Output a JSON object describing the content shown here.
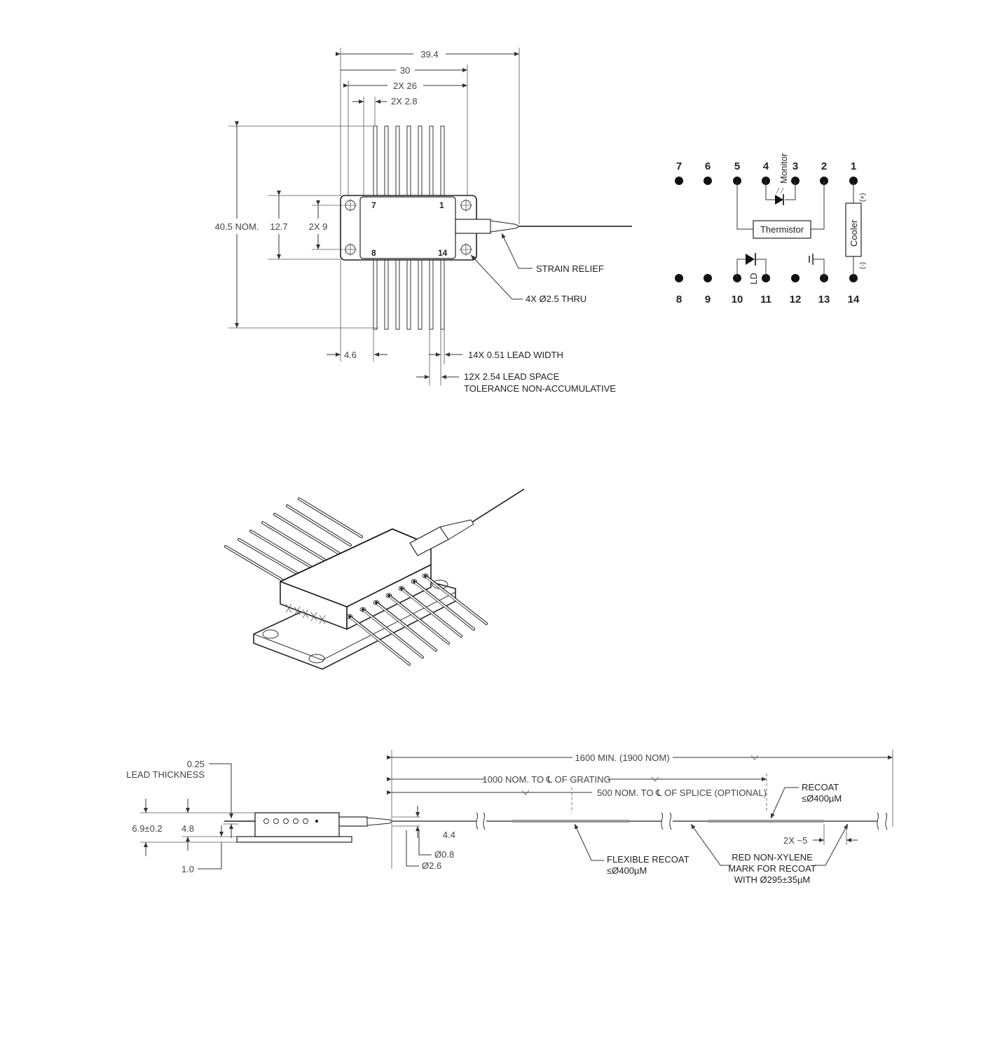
{
  "top_view": {
    "dims": {
      "overall_width": "39.4",
      "body_width": "30",
      "hole_span": "2X 26",
      "hole_offset": "2X 2.8",
      "lead_offset": "4.6",
      "overall_height": "40.5 NOM.",
      "body_height": "12.7",
      "hole_pitch": "2X 9"
    },
    "body_pins": {
      "tl": "7",
      "tr": "1",
      "bl": "8",
      "br": "14"
    },
    "callouts": {
      "strain_relief": "STRAIN RELIEF",
      "holes": "4X Ø2.5 THRU",
      "lead_width": "14X 0.51 LEAD WIDTH",
      "lead_space": "12X 2.54 LEAD SPACE",
      "tolerance": "TOLERANCE NON-ACCUMULATIVE"
    }
  },
  "pinout": {
    "top_pins": [
      "7",
      "6",
      "5",
      "4",
      "3",
      "2",
      "1"
    ],
    "bottom_pins": [
      "8",
      "9",
      "10",
      "11",
      "12",
      "13",
      "14"
    ],
    "labels": {
      "monitor": "Monitor",
      "thermistor": "Thermistor",
      "cooler": "Cooler",
      "ld": "LD",
      "plus": "(+)",
      "minus": "(-)"
    }
  },
  "side_view": {
    "dims": {
      "lead_thickness_val": "0.25",
      "lead_thickness": "LEAD THICKNESS",
      "overall_height": "6.9±0.2",
      "body_height": "4.8",
      "base_thickness": "1.0",
      "boot_height": "4.4",
      "fiber_dia": "Ø0.8",
      "boot_dia": "Ø2.6",
      "total_length": "1600 MIN. (1900 NOM)",
      "grating": "1000 NOM. TO ℄ OF GRATING",
      "splice": "500 NOM. TO ℄ OF SPLICE (OPTIONAL)",
      "mark_spacing": "2X ~5"
    },
    "callouts": {
      "recoat": "RECOAT",
      "recoat_dia": "≤Ø400µM",
      "flex_recoat": "FLEXIBLE RECOAT",
      "flex_dia": "≤Ø400µM",
      "red_mark_1": "RED NON-XYLENE",
      "red_mark_2": "MARK FOR RECOAT",
      "red_mark_3": "WITH Ø295±35µM"
    }
  }
}
